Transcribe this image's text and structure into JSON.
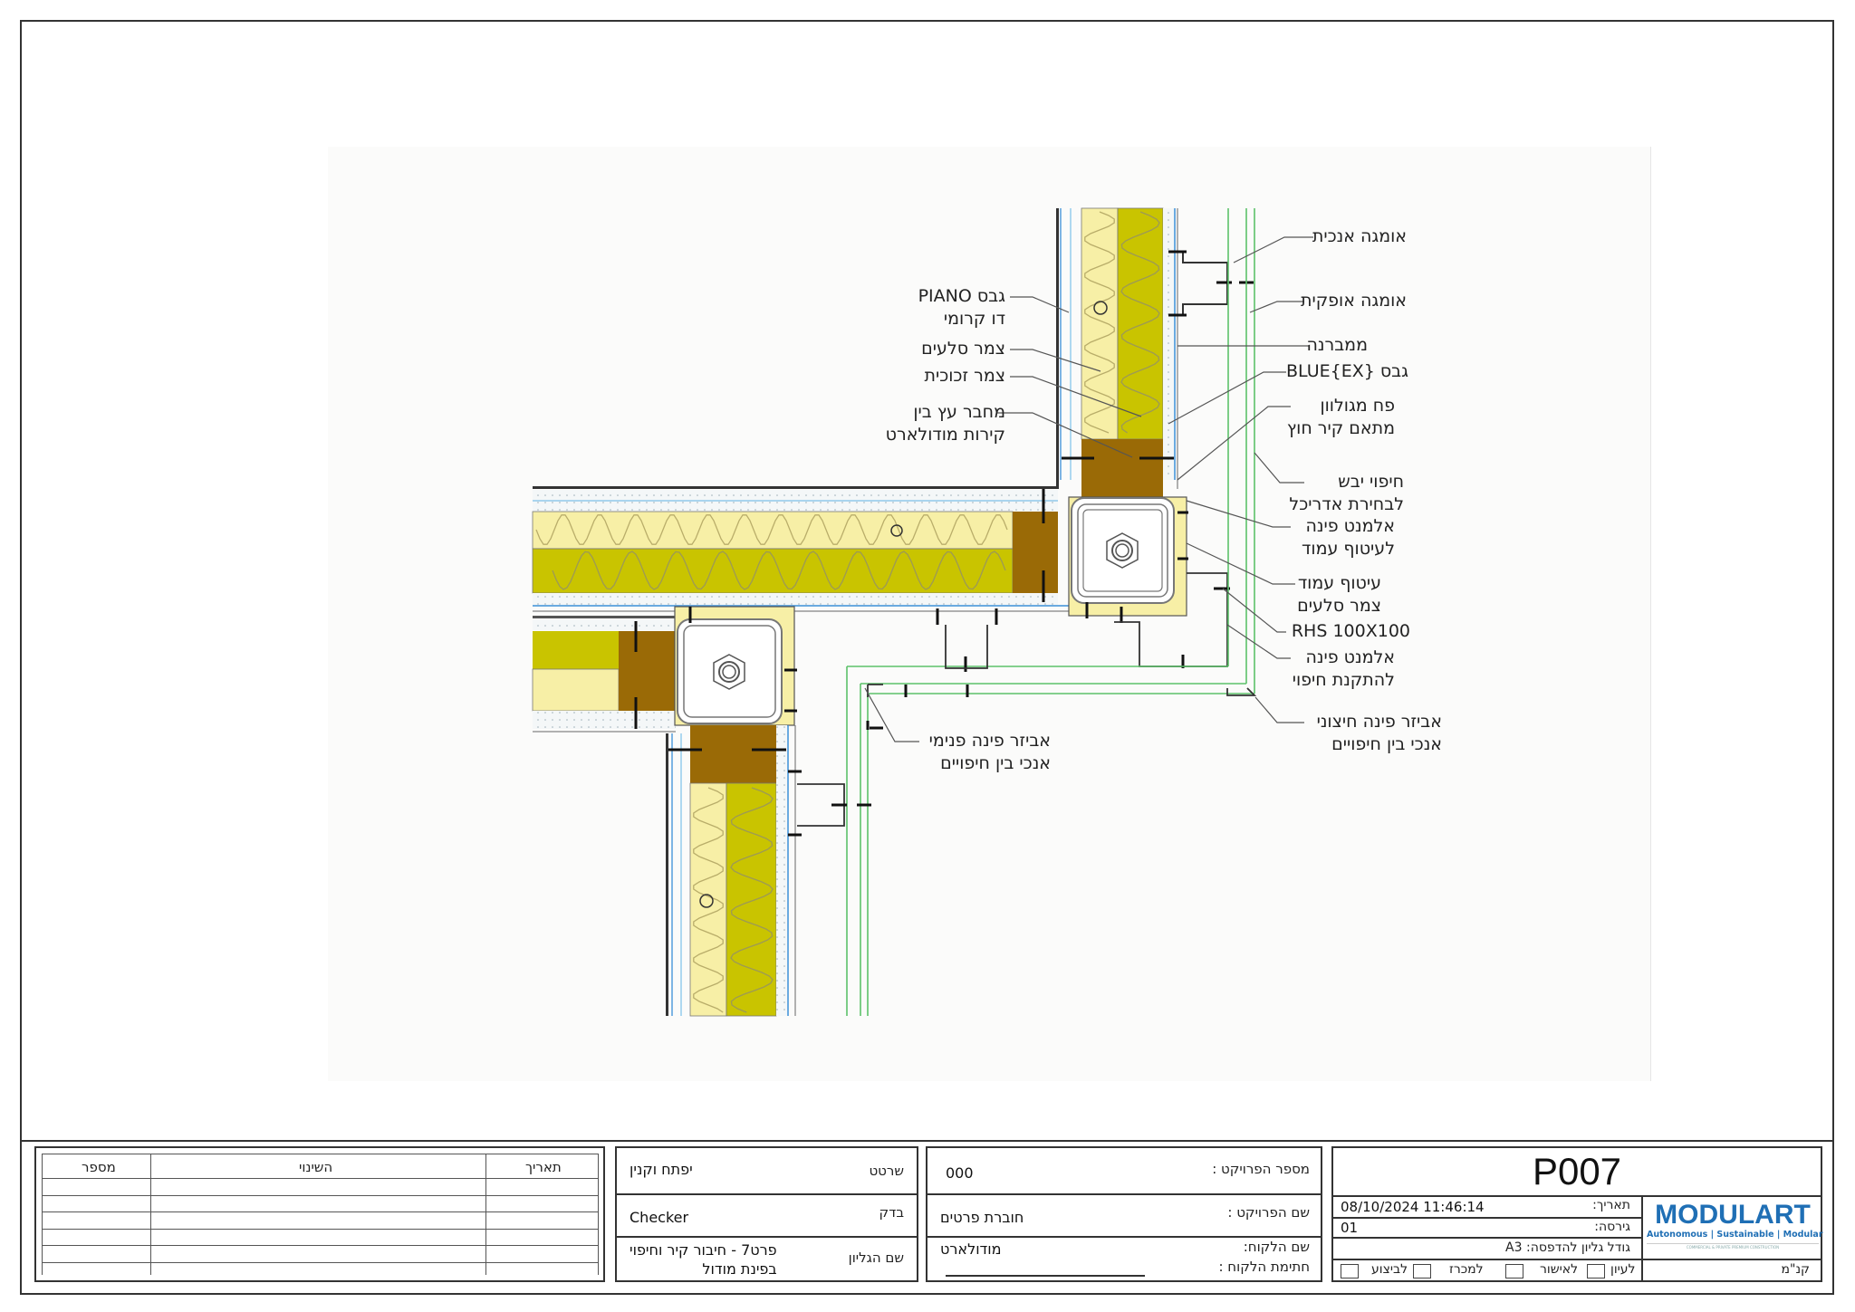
{
  "drawing": {
    "labels_right": [
      {
        "lines": [
          "אומגה אנכית"
        ]
      },
      {
        "lines": [
          "אומגה אופקית"
        ]
      },
      {
        "lines": [
          "ממברנה"
        ]
      },
      {
        "lines": [
          "גבס BLUE{EX}"
        ]
      },
      {
        "lines": [
          "פח מגולוון",
          "מתאם קיר חוץ"
        ]
      },
      {
        "lines": [
          "חיפוי יבש",
          "לבחירת אדריכל"
        ]
      },
      {
        "lines": [
          "אלמנט פינה",
          "לעיטוף עמוד"
        ]
      },
      {
        "lines": [
          "עיטוף עמוד",
          "צמר סלעים"
        ]
      },
      {
        "lines": [
          "RHS 100X100"
        ]
      },
      {
        "lines": [
          "אלמנט פינה",
          "להתקנת חיפוי"
        ]
      },
      {
        "lines": [
          "אביזר פינה חיצוני",
          "אנכי בין חיפויים"
        ]
      }
    ],
    "labels_left": [
      {
        "lines": [
          "גבס PIANO",
          "דו קרומי"
        ]
      },
      {
        "lines": [
          "צמר סלעים"
        ]
      },
      {
        "lines": [
          "צמר זכוכית"
        ]
      },
      {
        "lines": [
          "מחבר עץ בין",
          "קירות מודולארט"
        ]
      },
      {
        "lines": [
          "אביזר פינה פנימי",
          "אנכי בין חיפויים"
        ]
      }
    ],
    "colors": {
      "insulation_light": "#f7efa6",
      "insulation_dark": "#c9c400",
      "timber": "#9a6a06",
      "cladding_green": "#5cc26a",
      "membrane_blue": "#3a8fd8"
    }
  },
  "title_block": {
    "revisions": {
      "headers": {
        "number": "מספר",
        "change": "השינוי",
        "date": "תאריך"
      },
      "rows": 5
    },
    "people": {
      "drafter_label": "שרטט",
      "drafter_value": "יפתח וקנין",
      "checker_label": "בדק",
      "checker_value": "Checker",
      "sheet_name_label": "שם הגליון",
      "sheet_name_line1": "פרט7 - חיבור קיר וחיפוי",
      "sheet_name_line2": "בפינת מודול"
    },
    "project": {
      "number_label": "מספר הפרויקט :",
      "number_value": "000",
      "name_label": "שם הפרויקט :",
      "name_value": "חוברת פרטים",
      "client_label": "שם הלקוח:",
      "client_value": "מודולארט",
      "signature_label": "חתימת הלקוח :"
    },
    "sheet": {
      "number": "P007",
      "date_label": "תאריך:",
      "date_value": "08/10/2024 11:46:14",
      "version_label": "גירסה:",
      "version_value": "01",
      "print_size_label": "גודל גליון להדפסה:",
      "print_size_value": "A3",
      "status_options": [
        "לעיון",
        "לאישור",
        "למכרז",
        "לביצוע"
      ],
      "scale_label": "קנ\"מ"
    },
    "logo": {
      "name": "MODULART",
      "tagline": "Autonomous | Sustainable | Modular",
      "subtitle": "COMMERCIAL & PRIVATE PREMIUM CONSTRUCTION",
      "color_primary": "#1f6fb5",
      "color_accent": "#58b947"
    }
  }
}
